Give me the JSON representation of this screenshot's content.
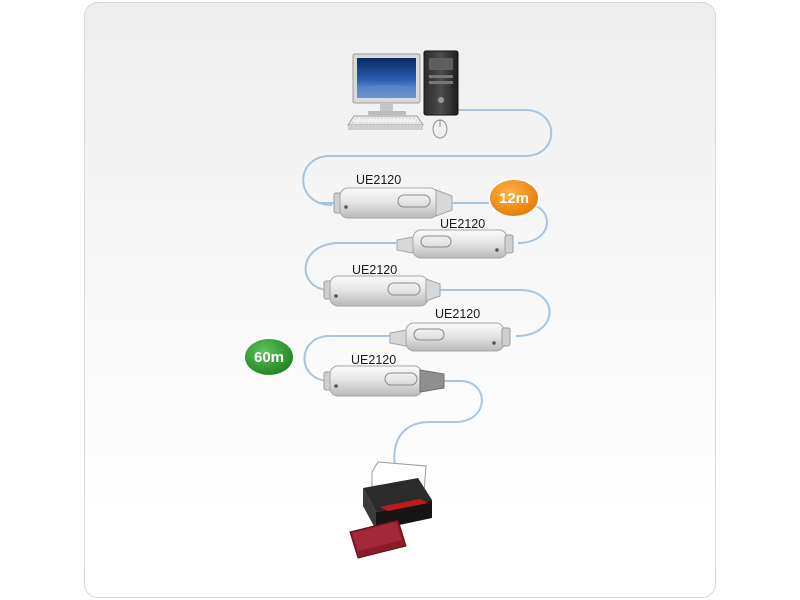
{
  "devices": {
    "computer": "computer-icon",
    "printer": "printer-icon"
  },
  "extenders": [
    {
      "model": "UE2120",
      "orientation": "right"
    },
    {
      "model": "UE2120",
      "orientation": "left"
    },
    {
      "model": "UE2120",
      "orientation": "right"
    },
    {
      "model": "UE2120",
      "orientation": "left"
    },
    {
      "model": "UE2120",
      "orientation": "right-end"
    }
  ],
  "badges": {
    "segment": {
      "text": "12m",
      "color": "#f39020"
    },
    "total": {
      "text": "60m",
      "color": "#2e9a2e"
    }
  },
  "colors": {
    "cable": "#a9c5dd"
  }
}
